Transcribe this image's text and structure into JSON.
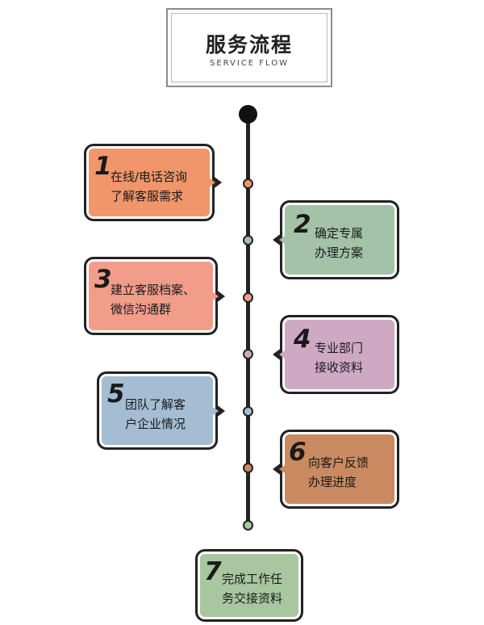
{
  "header": {
    "title": "服务流程",
    "subtitle": "SERVICE FLOW"
  },
  "steps": [
    {
      "number": "1",
      "line1": "在线/电话咨询",
      "line2": "了解客服需求",
      "color": "#f0966a"
    },
    {
      "number": "2",
      "line1": "确定专属",
      "line2": "办理方案",
      "color": "#a3c2a7"
    },
    {
      "number": "3",
      "line1": "建立客服档案、",
      "line2": "微信沟通群",
      "color": "#f19d8a"
    },
    {
      "number": "4",
      "line1": "专业部门",
      "line2": "接收资料",
      "color": "#cfa9c4"
    },
    {
      "number": "5",
      "line1": "团队了解客",
      "line2": "户企业情况",
      "color": "#a4bdd2"
    },
    {
      "number": "6",
      "line1": "向客户反馈",
      "line2": "办理进度",
      "color": "#c98a62"
    },
    {
      "number": "7",
      "line1": "完成工作任",
      "line2": "务交接资料",
      "color": "#a8c6a0"
    }
  ]
}
